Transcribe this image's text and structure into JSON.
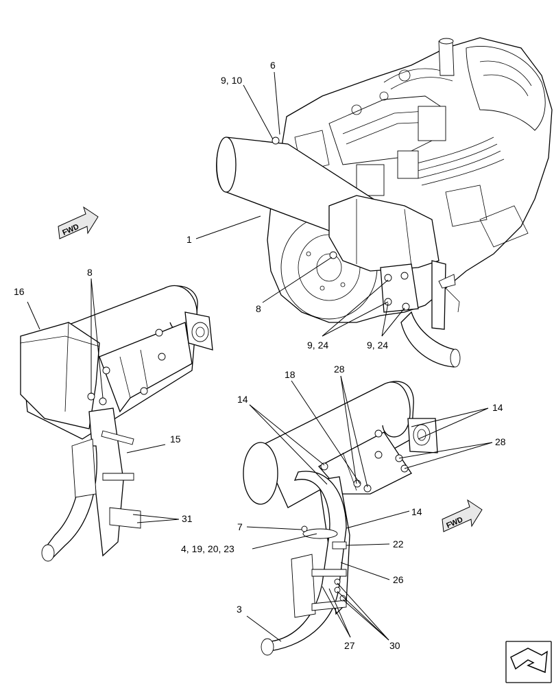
{
  "callouts": {
    "c1": "1",
    "c6": "6",
    "c9_10": "9, 10",
    "c8_top": "8",
    "c8_left": "8",
    "c16": "16",
    "c9_24_a": "9, 24",
    "c9_24_b": "9, 24",
    "c15": "15",
    "c31": "31",
    "c18": "18",
    "c28_top": "28",
    "c14_left": "14",
    "c14_right": "14",
    "c28_right": "28",
    "c14_mid": "14",
    "c7": "7",
    "c4_19_20_23": "4, 19, 20, 23",
    "c22": "22",
    "c26": "26",
    "c3": "3",
    "c27": "27",
    "c30": "30"
  },
  "fwd": {
    "top": "FWD",
    "bottom": "FWD"
  }
}
